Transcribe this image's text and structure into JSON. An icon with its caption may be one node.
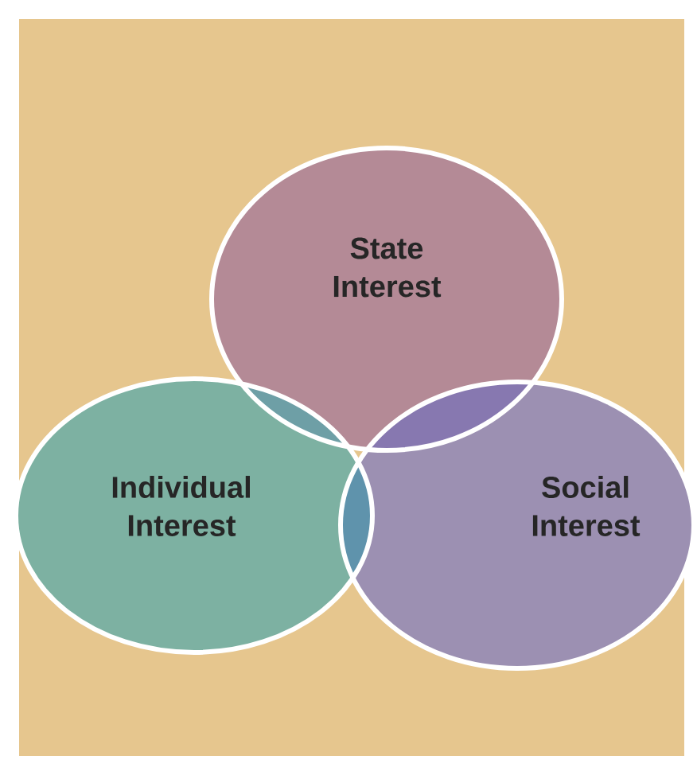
{
  "diagram": {
    "nodes": [
      {
        "text": [
          "State Interest"
        ]
      },
      {
        "text": [
          "Individual Interest"
        ]
      },
      {
        "text": [
          "Social Interest"
        ]
      }
    ]
  }
}
